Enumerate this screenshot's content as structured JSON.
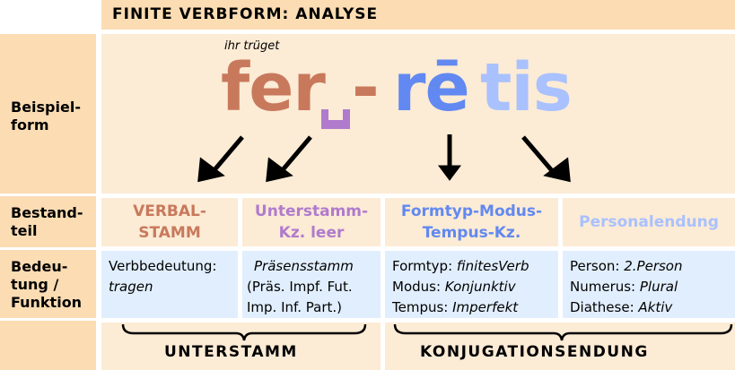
{
  "title": "FINITE VERBFORM: ANALYSE",
  "row_labels": {
    "example": [
      "Beispiel-",
      "form"
    ],
    "component": [
      "Bestand-",
      "teil"
    ],
    "meaning": [
      "Bedeu-",
      "tung /",
      "Funktion"
    ]
  },
  "example": {
    "gloss": "ihr trüget",
    "parts": [
      "fer",
      "-",
      "rē",
      "tis"
    ]
  },
  "components": [
    {
      "lines": [
        "VERBAL-",
        "STAMM"
      ],
      "color": "#c8795c"
    },
    {
      "lines": [
        "Unterstamm-",
        "Kz. leer"
      ],
      "color": "#b07bcc"
    },
    {
      "lines": [
        "Formtyp-Modus-",
        "Tempus-Kz."
      ],
      "color": "#6189f1"
    },
    {
      "lines": [
        "Personalendung"
      ],
      "color": "#a9c1fe"
    }
  ],
  "meanings": [
    [
      {
        "k": "Verbbedeutung:",
        "v": ""
      },
      {
        "k": "",
        "v": "tragen"
      }
    ],
    [
      {
        "k": "",
        "v": "Präsensstamm"
      },
      {
        "k": "(Präs. Impf. Fut.",
        "v": ""
      },
      {
        "k": "Imp. Inf. Part.)",
        "v": ""
      }
    ],
    [
      {
        "k": "Formtyp: ",
        "v": "finitesVerb"
      },
      {
        "k": "Modus: ",
        "v": "Konjunktiv"
      },
      {
        "k": "Tempus: ",
        "v": "Imperfekt"
      }
    ],
    [
      {
        "k": "Person: ",
        "v": "2.Person"
      },
      {
        "k": "Numerus: ",
        "v": "Plural"
      },
      {
        "k": "Diathese: ",
        "v": "Aktiv"
      }
    ]
  ],
  "groups": [
    "UNTERSTAMM",
    "KONJUGATIONSENDUNG"
  ]
}
